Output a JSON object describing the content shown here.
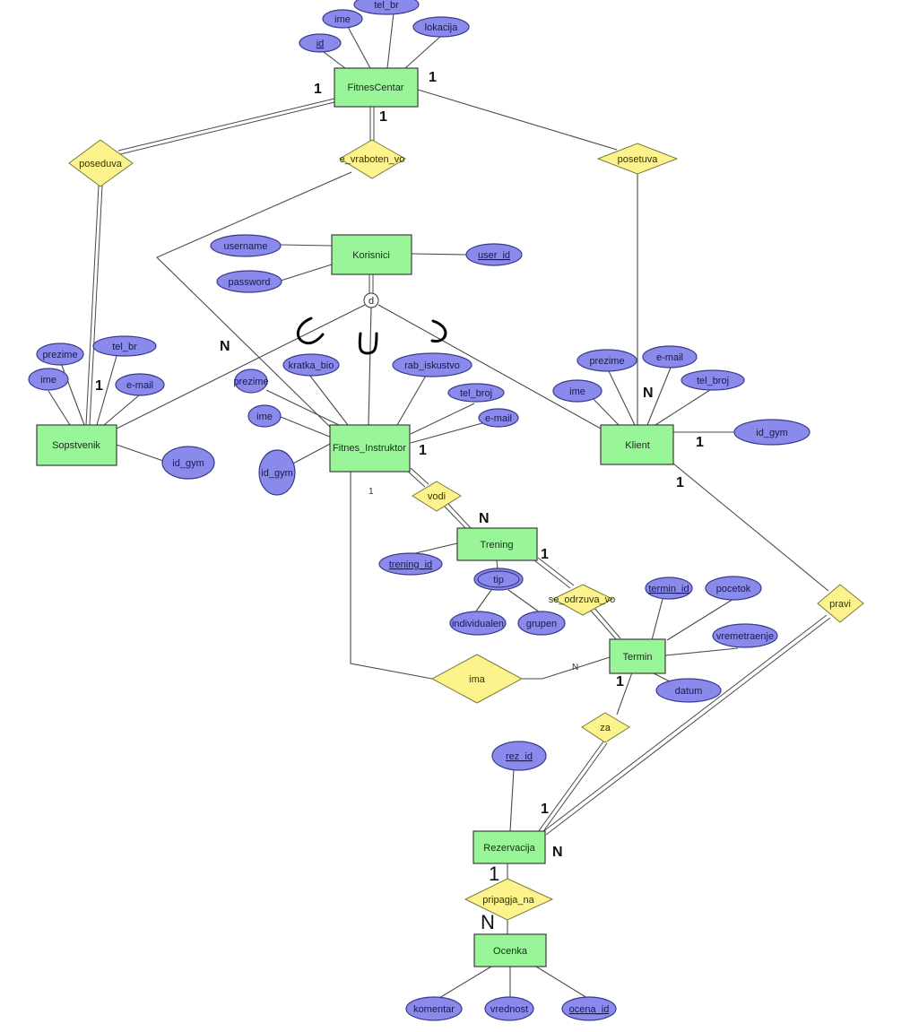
{
  "entities": {
    "fitnes_centar": "FitnesCentar",
    "korisnici": "Korisnici",
    "sopstvenik": "Sopstvenik",
    "fitnes_instruktor": "Fitnes_Instruktor",
    "klient": "Klient",
    "trening": "Trening",
    "termin": "Termin",
    "rezervacija": "Rezervacija",
    "ocenka": "Ocenka"
  },
  "relationships": {
    "poseduva": "poseduva",
    "e_vraboten_vo": "e_vraboten_vo",
    "posetuva": "posetuva",
    "vodi": "vodi",
    "se_odrzuva_vo": "se_odrzuva_vo",
    "ima": "ima",
    "za": "za",
    "pravi": "pravi",
    "pripagja_na": "pripagja_na"
  },
  "attributes": {
    "fitnes_centar": {
      "id": "id",
      "ime": "ime",
      "tel_br": "tel_br",
      "lokacija": "lokacija"
    },
    "korisnici": {
      "username": "username",
      "password": "password",
      "user_id": "user_id"
    },
    "sopstvenik": {
      "prezime": "prezime",
      "tel_br": "tel_br",
      "ime": "ime",
      "email": "e-mail",
      "id_gym": "id_gym"
    },
    "fitnes_instruktor": {
      "kratka_bio": "kratka_bio",
      "rab_iskustvo": "rab_iskustvo",
      "prezime": "prezime",
      "tel_broj": "tel_broj",
      "ime": "ime",
      "email": "e-mail",
      "id_gym": "id_gym"
    },
    "klient": {
      "prezime": "prezime",
      "email": "e-mail",
      "ime": "ime",
      "tel_broj": "tel_broj",
      "id_gym": "id_gym"
    },
    "trening": {
      "trening_id": "trening_id",
      "tip": "tip",
      "individualen": "individualen",
      "grupen": "grupen"
    },
    "termin": {
      "termin_id": "termin_id",
      "pocetok": "pocetok",
      "vremetraenje": "vremetraenje",
      "datum": "datum"
    },
    "rezervacija": {
      "rez_id": "rez_id"
    },
    "ocenka": {
      "komentar": "komentar",
      "vrednost": "vrednost",
      "ocena_id": "ocena_id"
    }
  },
  "specialization": {
    "symbol": "d"
  },
  "cardinalities": {
    "fc_poseduva": "1",
    "fc_right": "1",
    "fc_vraboten": "1",
    "sopstvenik_poseduva": "1",
    "instruktor_vraboten": "N",
    "klient_posetuva": "N",
    "klient_id_gym": "1",
    "klient_pravi": "1",
    "instruktor_vodi": "1",
    "instruktor_ima": "1",
    "trening_vodi": "N",
    "trening_odrzuva": "1",
    "termin_ima": "N",
    "termin_za": "1",
    "rezervacija_za": "1",
    "rezervacija_pravi": "N",
    "rezervacija_pripagja": "1",
    "ocenka_pripagja": "N"
  }
}
